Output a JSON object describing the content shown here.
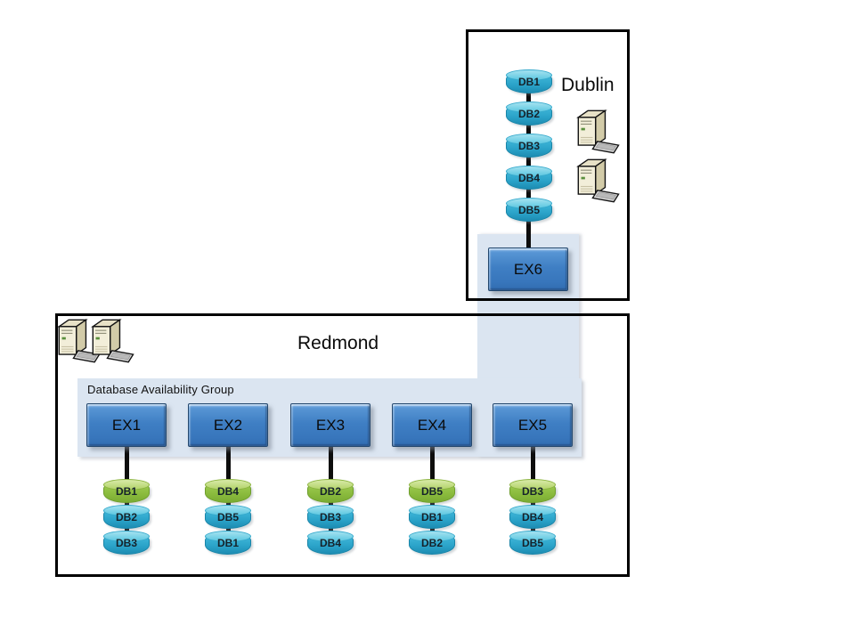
{
  "dublin": {
    "label": "Dublin",
    "server": {
      "label": "EX6"
    },
    "databases": [
      "DB1",
      "DB2",
      "DB3",
      "DB4",
      "DB5"
    ],
    "icons": [
      "server-tower",
      "server-tower"
    ]
  },
  "redmond": {
    "label": "Redmond",
    "dag_label": "Database Availability Group",
    "icons": [
      "server-tower",
      "server-tower"
    ],
    "columns": [
      {
        "server": "EX1",
        "databases": [
          {
            "label": "DB1",
            "variant": "green"
          },
          {
            "label": "DB2",
            "variant": "blue"
          },
          {
            "label": "DB3",
            "variant": "blue"
          }
        ]
      },
      {
        "server": "EX2",
        "databases": [
          {
            "label": "DB4",
            "variant": "green"
          },
          {
            "label": "DB5",
            "variant": "blue"
          },
          {
            "label": "DB1",
            "variant": "blue"
          }
        ]
      },
      {
        "server": "EX3",
        "databases": [
          {
            "label": "DB2",
            "variant": "green"
          },
          {
            "label": "DB3",
            "variant": "blue"
          },
          {
            "label": "DB4",
            "variant": "blue"
          }
        ]
      },
      {
        "server": "EX4",
        "databases": [
          {
            "label": "DB5",
            "variant": "green"
          },
          {
            "label": "DB1",
            "variant": "blue"
          },
          {
            "label": "DB2",
            "variant": "blue"
          }
        ]
      },
      {
        "server": "EX5",
        "databases": [
          {
            "label": "DB3",
            "variant": "green"
          },
          {
            "label": "DB4",
            "variant": "blue"
          },
          {
            "label": "DB5",
            "variant": "blue"
          }
        ]
      }
    ]
  },
  "colors": {
    "dag_region": "#dbe5f1",
    "ex_box": "#3f7fc4",
    "db_blue": "#2aa2c8",
    "db_green": "#89ba3c",
    "connector": "#0d0d0d",
    "site_border": "#000000"
  }
}
